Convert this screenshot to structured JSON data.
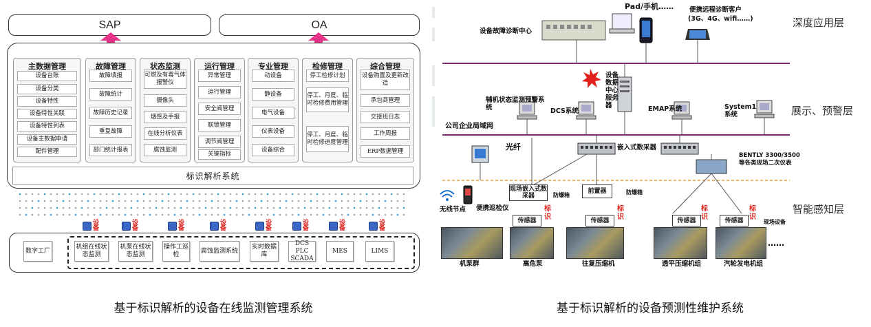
{
  "left": {
    "sap": "SAP",
    "oa": "OA",
    "modules": [
      {
        "title": "主数据管理",
        "items": [
          "设备台账",
          "设备分类",
          "设备特性",
          "设备特性关联",
          "设备特性列表",
          "设备主数据申请",
          "配件管理"
        ]
      },
      {
        "title": "故障管理",
        "items": [
          "故障填报",
          "故障统计",
          "故障历史记录",
          "重复故障",
          "部门统计报表"
        ]
      },
      {
        "title": "状态监测",
        "items": [
          "可燃及有毒气体报警仪",
          "摄像头",
          "烟感及手报",
          "在线分析仪表",
          "腐蚀监测"
        ]
      },
      {
        "title": "运行管理",
        "items": [
          "异常管理",
          "运行管理",
          "安全阀管理",
          "联锁管理",
          "调节阀管理",
          "关键指标"
        ]
      },
      {
        "title": "专业管理",
        "items": [
          "动设备",
          "静设备",
          "电气设备",
          "仪表设备",
          "设备综合"
        ]
      },
      {
        "title": "检修管理",
        "items": [
          "停工检修计划",
          "停工、月度、临时检修费用管理",
          "停工、月度、临时检修进度管理"
        ]
      },
      {
        "title": "综合管理",
        "items": [
          "设备购置及更新改造",
          "承包商管理",
          "交接班日志",
          "工作周报",
          "ERP数据管理"
        ]
      }
    ],
    "identification_system": "标识解析系统",
    "device_tag": "设备",
    "bottom_items": [
      "数字工厂",
      "机组在线状态监测",
      "机泵在线状态监测",
      "操作工巡检",
      "腐蚀监测系统",
      "实时数据库",
      "DCS PLC SCADA",
      "MES",
      "LIMS"
    ],
    "caption": "基于标识解析的设备在线监测管理系统"
  },
  "right": {
    "layers": [
      "深度应用层",
      "展示、预警层",
      "智能感知层"
    ],
    "diag_center": "设备故障诊断中心",
    "pad": "Pad/手机……",
    "remote_client": "便携远程诊断客户",
    "remote_net": "(3G、4G、wifi……)",
    "data_server": "设备数据中心服务器",
    "aux_system": "辅机状态监测预警系统",
    "dcs": "DCS系统",
    "emap": "EMAP系统",
    "system1": "System1系统",
    "lan": "公司企业局域网",
    "fiber": "光纤",
    "embedded_collector": "嵌入式数采器",
    "bently": "BENTLY 3300/3500",
    "bently_sub": "等各类现场二次仪表",
    "wireless_node": "无线节点",
    "portable_inspector": "便携巡检仪",
    "field_collector": "现场嵌入式数采器",
    "explosion_box": "防爆箱",
    "preamp": "前置器",
    "sensor": "传感器",
    "biaoshi": "标识",
    "field_device": "现场设备",
    "ellipsis": "……",
    "equipment": [
      "机泵群",
      "高危泵",
      "往复压缩机",
      "透平压缩机组",
      "汽轮发电机组"
    ],
    "caption": "基于标识解析的设备预测性维护系统"
  }
}
